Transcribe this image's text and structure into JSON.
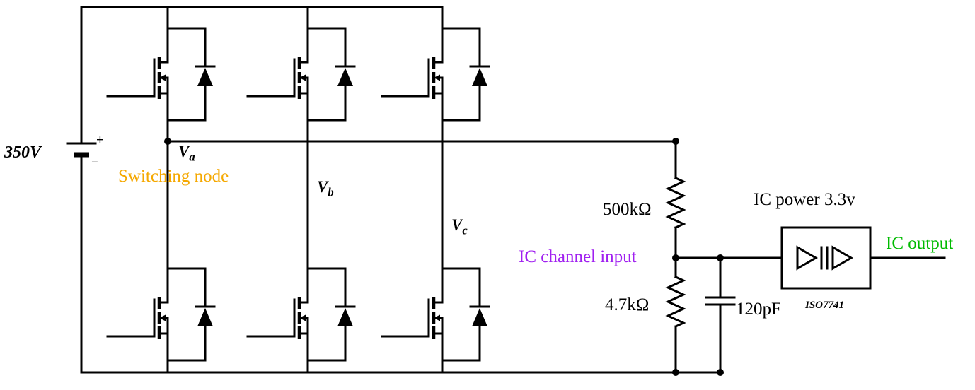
{
  "diagram": {
    "title_hint": "Three-phase MOSFET inverter leg sensing circuit with isolator",
    "source": {
      "voltage": "350V",
      "plus": "+",
      "minus": "−"
    },
    "nodes": {
      "va": {
        "base": "V",
        "sub": "a"
      },
      "vb": {
        "base": "V",
        "sub": "b"
      },
      "vc": {
        "base": "V",
        "sub": "c"
      }
    },
    "annotations": {
      "switching_node": "Switching node",
      "ic_channel_input": "IC channel input",
      "ic_power": "IC power 3.3v",
      "ic_output": "IC output",
      "ic_part_number": "ISO7741"
    },
    "components": {
      "resistor_top": "500kΩ",
      "resistor_bottom": "4.7kΩ",
      "capacitor": "120pF"
    },
    "colors": {
      "wire": "#000000",
      "switching_node_label": "#F5A800",
      "ic_channel_input_label": "#A020F0",
      "ic_output_label": "#00BB00",
      "background": "#FFFFFF"
    }
  }
}
